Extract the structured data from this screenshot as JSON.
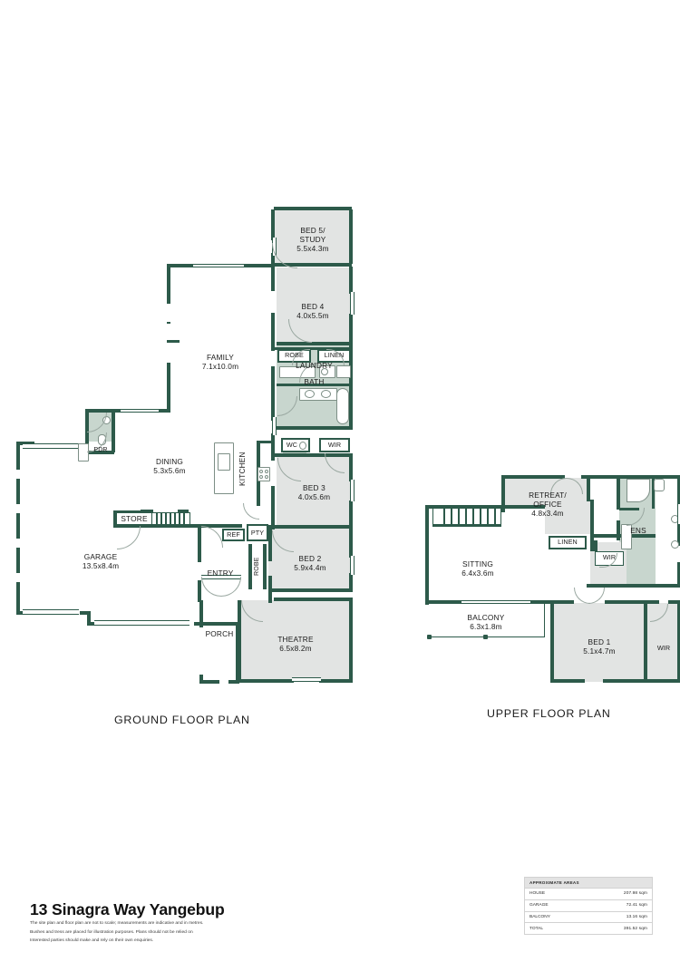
{
  "title": "13 Sinagra Way Yangebup",
  "disclaimer": [
    "The site plan and floor plan are not to scale; measurements are indicative and in metres.",
    "Bushes and tress are placed for illustration purposes. Plans should not be relied on",
    "Interested parties should make and rely on their own enquiries."
  ],
  "captions": {
    "ground": "GROUND FLOOR PLAN",
    "upper": "UPPER FLOOR PLAN"
  },
  "areas": {
    "header": "APPROXIMATE AREAS",
    "rows": [
      {
        "label": "HOUSE",
        "value": "207.98 sqm"
      },
      {
        "label": "GARAGE",
        "value": "72.41 sqm"
      },
      {
        "label": "BALCONY",
        "value": "13.16 sqm"
      },
      {
        "label": "TOTAL",
        "value": "391.52 sqm"
      }
    ]
  },
  "ground_rooms": {
    "bed5": {
      "name": "BED 5/",
      "name2": "STUDY",
      "dim": "5.5x4.3m"
    },
    "bed4": {
      "name": "BED 4",
      "dim": "4.0x5.5m"
    },
    "robe": {
      "name": "ROBE"
    },
    "linen": {
      "name": "LINEN"
    },
    "laundry": {
      "name": "LAUNDRY"
    },
    "bath": {
      "name": "BATH"
    },
    "wc": {
      "name": "WC"
    },
    "wir": {
      "name": "WIR"
    },
    "bed3": {
      "name": "BED 3",
      "dim": "4.0x5.6m"
    },
    "bed2": {
      "name": "BED 2",
      "dim": "5.9x4.4m"
    },
    "theatre": {
      "name": "THEATRE",
      "dim": "6.5x8.2m"
    },
    "family": {
      "name": "FAMILY",
      "dim": "7.1x10.0m"
    },
    "dining": {
      "name": "DINING",
      "dim": "5.3x5.6m"
    },
    "kitchen": {
      "name": "KITCHEN"
    },
    "pdr": {
      "name": "PDR"
    },
    "store": {
      "name": "STORE"
    },
    "garage": {
      "name": "GARAGE",
      "dim": "13.5x8.4m"
    },
    "entry": {
      "name": "ENTRY"
    },
    "porch": {
      "name": "PORCH"
    },
    "ref": {
      "name": "REF"
    },
    "pty": {
      "name": "PTY"
    },
    "robe2": {
      "name": "ROBE"
    }
  },
  "upper_rooms": {
    "retreat": {
      "name": "RETREAT/",
      "name2": "OFFICE",
      "dim": "4.8x3.4m"
    },
    "sitting": {
      "name": "SITTING",
      "dim": "6.4x3.6m"
    },
    "balcony": {
      "name": "BALCONY",
      "dim": "6.3x1.8m"
    },
    "bed1": {
      "name": "BED 1",
      "dim": "5.1x4.7m"
    },
    "ens": {
      "name": "ENS"
    },
    "linen": {
      "name": "LINEN"
    },
    "wir": {
      "name": "WIR"
    },
    "wir2": {
      "name": "WIR"
    }
  },
  "colors": {
    "wall": "#2d5a4a",
    "room_fill": "#e2e4e3",
    "wet_fill": "#c8d6ce",
    "page": "#ffffff"
  }
}
